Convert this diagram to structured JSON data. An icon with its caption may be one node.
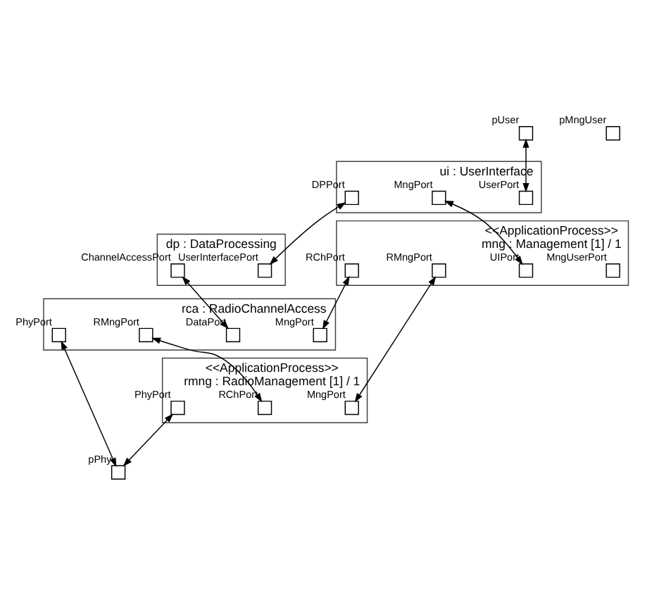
{
  "diagram": {
    "nodes": [
      {
        "text": [],
        "shape": "box",
        "beside": [
          "pUser"
        ]
      },
      {
        "text": [],
        "shape": "box",
        "beside": [
          "pMngUser"
        ]
      },
      {
        "text": [
          "ui : UserInterface"
        ]
      },
      {
        "text": [],
        "shape": "box",
        "beside": [
          "UserPort"
        ],
        "in": 2
      },
      {
        "text": [],
        "shape": "box",
        "beside": [
          "MngPort"
        ],
        "in": 2
      },
      {
        "text": [],
        "shape": "box",
        "beside": [
          "DPPort"
        ],
        "in": 2
      },
      {
        "text": [
          "<<ApplicationProcess>>",
          "mng : Management [1] / 1"
        ]
      },
      {
        "text": [],
        "shape": "box",
        "beside": [
          "MngUserPort"
        ],
        "in": 6
      },
      {
        "text": [],
        "shape": "box",
        "beside": [
          "UIPort"
        ],
        "in": 6
      },
      {
        "text": [],
        "shape": "box",
        "beside": [
          "RChPort"
        ],
        "in": 6
      },
      {
        "text": [],
        "shape": "box",
        "beside": [
          "RMngPort"
        ],
        "in": 6
      },
      {
        "text": [
          "dp : DataProcessing"
        ]
      },
      {
        "text": [],
        "shape": "box",
        "beside": [
          "UserInterfacePort"
        ],
        "in": 11
      },
      {
        "text": [],
        "shape": "box",
        "beside": [
          "ChannelAccessPort"
        ],
        "in": 11
      },
      {
        "text": [
          "rca : RadioChannelAccess"
        ]
      },
      {
        "text": [],
        "shape": "box",
        "beside": [
          "DataPort"
        ],
        "in": 14
      },
      {
        "text": [],
        "shape": "box",
        "beside": [
          "MngPort"
        ],
        "in": 14
      },
      {
        "text": [],
        "shape": "box",
        "beside": [
          "RMngPort"
        ],
        "in": 14
      },
      {
        "text": [],
        "shape": "box",
        "beside": [
          "PhyPort"
        ],
        "in": 14
      },
      {
        "text": [
          "<<ApplicationProcess>>",
          "rmng : RadioManagement [1] / 1"
        ]
      },
      {
        "text": [],
        "shape": "box",
        "beside": [
          "MngPort"
        ],
        "in": 19
      },
      {
        "text": [],
        "shape": "box",
        "beside": [
          "RChPort"
        ],
        "in": 19
      },
      {
        "text": [],
        "shape": "box",
        "beside": [
          "PhyPort"
        ],
        "in": 19
      },
      {
        "text": [],
        "shape": "box",
        "beside": [
          "pPhy"
        ]
      }
    ],
    "edges": [
      {
        "from": 0,
        "to": 3,
        "arrow": "both"
      },
      {
        "from": 4,
        "to": 8,
        "arrow": "both"
      },
      {
        "from": 5,
        "to": 12,
        "arrow": "both"
      },
      {
        "from": 9,
        "to": 16,
        "arrow": "both"
      },
      {
        "from": 10,
        "to": 20,
        "arrow": "both"
      },
      {
        "from": 13,
        "to": 15,
        "arrow": "both"
      },
      {
        "from": 17,
        "to": 21,
        "arrow": "both"
      },
      {
        "from": 18,
        "to": 23,
        "arrow": "both"
      },
      {
        "from": 22,
        "to": 23,
        "arrow": "both"
      }
    ]
  }
}
